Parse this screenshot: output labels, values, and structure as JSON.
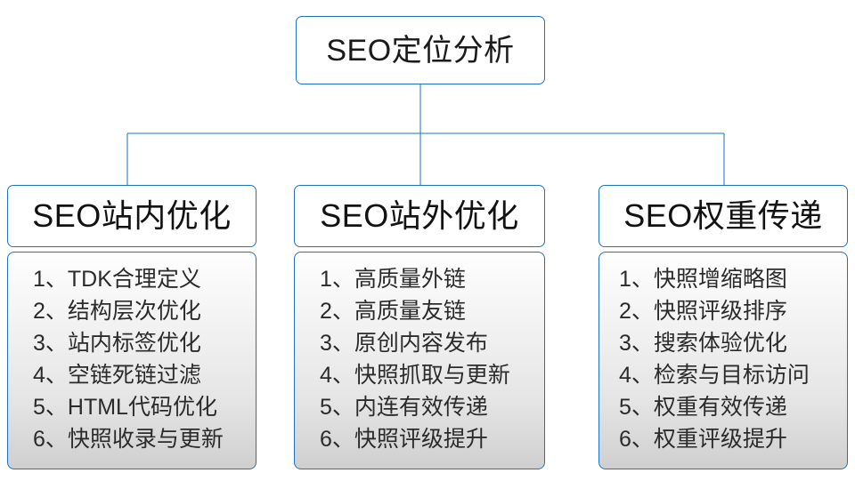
{
  "diagram": {
    "type": "org-tree",
    "root": {
      "label": "SEO定位分析"
    },
    "branches": [
      {
        "header": "SEO站内优化",
        "items": [
          "1、TDK合理定义",
          "2、结构层次优化",
          "3、站内标签优化",
          "4、空链死链过滤",
          "5、HTML代码优化",
          "6、快照收录与更新"
        ]
      },
      {
        "header": "SEO站外优化",
        "items": [
          "1、高质量外链",
          "2、高质量友链",
          "3、原创内容发布",
          "4、快照抓取与更新",
          "5、内连有效传递",
          "6、快照评级提升"
        ]
      },
      {
        "header": "SEO权重传递",
        "items": [
          "1、快照增缩略图",
          "2、快照评级排序",
          "3、搜索体验优化",
          "4、检索与目标访问",
          "5、权重有效传递",
          "6、权重评级提升"
        ]
      }
    ],
    "colors": {
      "border": "#1f72c0",
      "node_background": "#ffffff",
      "list_background_top": "#ffffff",
      "list_background_bottom": "#cfcfcf",
      "text": "#121212",
      "connector": "#1f72c0"
    }
  }
}
